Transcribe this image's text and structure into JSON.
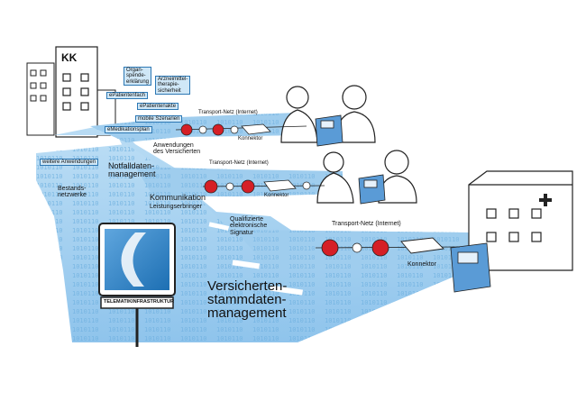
{
  "hospital_label": "KK",
  "services": {
    "organspende": "Organ-\nspende-\nerklärung",
    "arzneimittel": "Arzneimittel-\ntherapie-\nsicherheit",
    "epatientenfach": "ePatientenfach",
    "epatientenakte": "ePatientenakte",
    "mobile_szenarien": "mobile Szenarien",
    "emedikationsplan": "eMedikationsplan",
    "anwendungen_vers": "Anwendungen\ndes Versicherten",
    "weitere": "weitere Anwendungen",
    "notfall": "Notfalldaten-\nmanagement",
    "bestandsnetz": "Bestands-\nnetzwerke",
    "kommunikation": "Kommunikation",
    "leistungserbringer": "Leistungserbringer",
    "qes": "Qualifizierte\nelektronische\nSignatur",
    "vsdm": "Versicherten-\nstammdaten-\nmanagement"
  },
  "networks": {
    "transport_1": "Transport-Netz (Internet)",
    "transport_2": "Transport-Netz (Internet)",
    "transport_3": "Transport-Netz (Internet)"
  },
  "devices": {
    "konnektor_1": "Konnektor",
    "konnektor_2": "Konnektor",
    "konnektor_3": "Konnektor"
  },
  "sign_label": "TELEMATIKINFRASTRUKTUR",
  "colors": {
    "road_blue": "#a9d2f0",
    "road_dark": "#5aa2d8",
    "stop_red": "#d51f26",
    "sign_blue": "#2f86c8"
  }
}
